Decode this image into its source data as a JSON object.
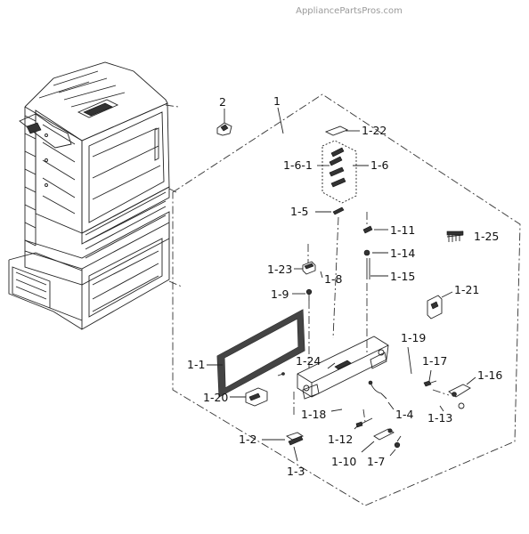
{
  "watermark": "AppliancePartsPros.com",
  "callouts": {
    "c_2": "2",
    "c_1": "1",
    "c_1_22": "1-22",
    "c_1_6_1": "1-6-1",
    "c_1_6": "1-6",
    "c_1_5": "1-5",
    "c_1_11": "1-11",
    "c_1_25": "1-25",
    "c_1_14": "1-14",
    "c_1_23": "1-23",
    "c_1_8": "1-8",
    "c_1_15": "1-15",
    "c_1_9": "1-9",
    "c_1_21": "1-21",
    "c_1_19": "1-19",
    "c_1_1": "1-1",
    "c_1_24": "1-24",
    "c_1_17": "1-17",
    "c_1_16": "1-16",
    "c_1_20": "1-20",
    "c_1_18": "1-18",
    "c_1_4": "1-4",
    "c_1_13": "1-13",
    "c_1_2": "1-2",
    "c_1_12": "1-12",
    "c_1_10": "1-10",
    "c_1_7": "1-7",
    "c_1_3": "1-3"
  }
}
